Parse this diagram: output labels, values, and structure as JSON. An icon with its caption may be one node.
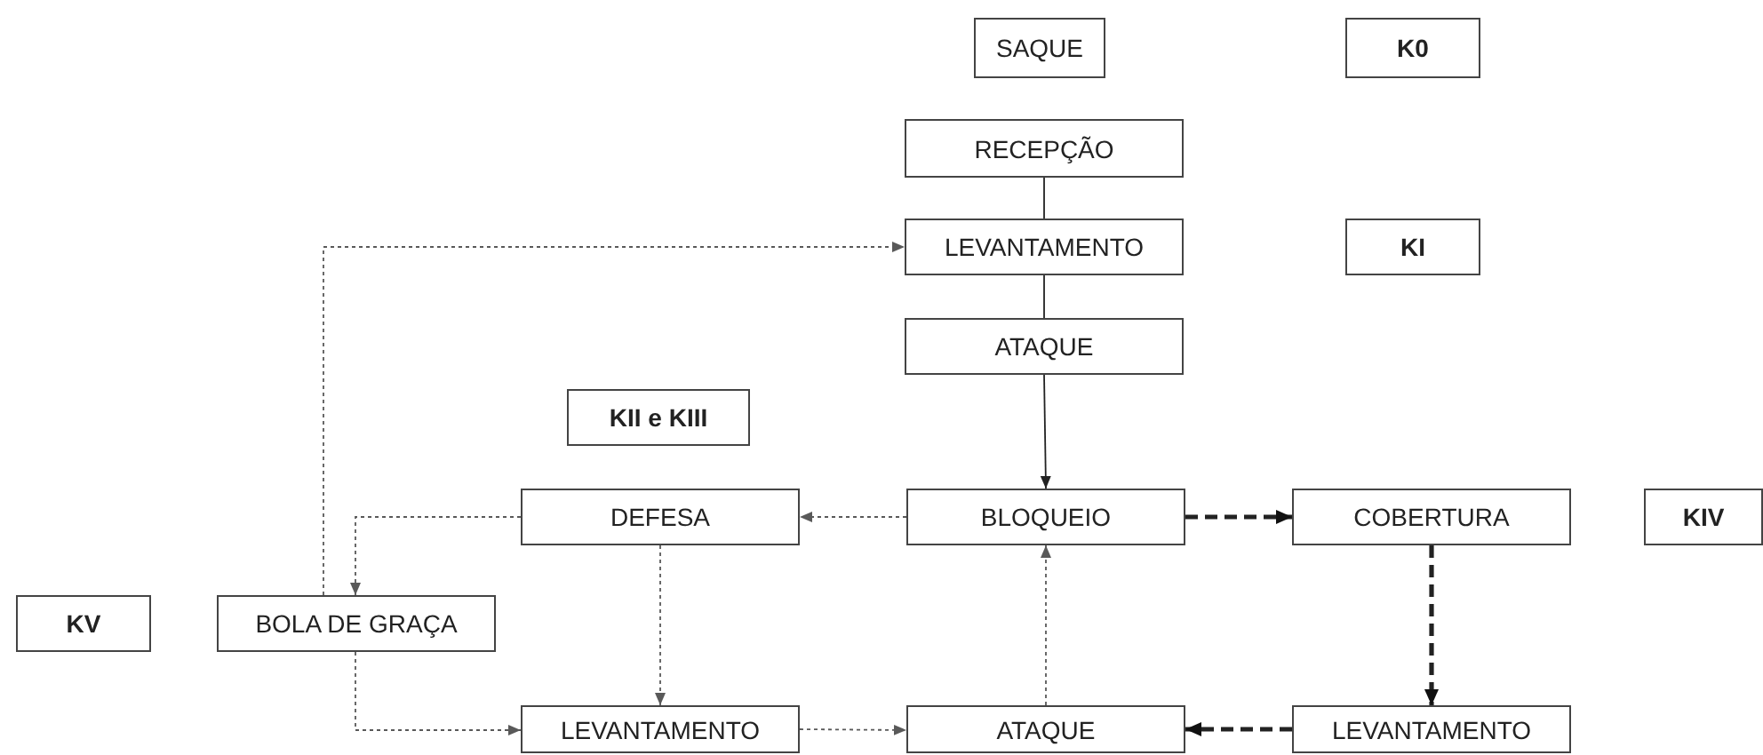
{
  "diagram": {
    "nodes": [
      {
        "text": [
          "SAQUE"
        ]
      },
      {
        "text": [
          "K0"
        ]
      },
      {
        "text": [
          "RECEPÇÃO"
        ]
      },
      {
        "text": [
          "LEVANTAMENTO"
        ]
      },
      {
        "text": [
          "KI"
        ]
      },
      {
        "text": [
          "ATAQUE"
        ]
      },
      {
        "text": [
          "KII e KIII"
        ]
      },
      {
        "text": [
          "DEFESA"
        ]
      },
      {
        "text": [
          "BLOQUEIO"
        ]
      },
      {
        "text": [
          "COBERTURA"
        ]
      },
      {
        "text": [
          "KIV"
        ]
      },
      {
        "text": [
          "KV"
        ]
      },
      {
        "text": [
          "BOLA DE GRAÇA"
        ]
      },
      {
        "text": [
          "LEVANTAMENTO"
        ]
      },
      {
        "text": [
          "ATAQUE"
        ]
      },
      {
        "text": [
          "LEVANTAMENTO"
        ]
      }
    ],
    "edges": [
      {
        "from": 2,
        "to": 3,
        "arrow": "none"
      },
      {
        "from": 3,
        "to": 5,
        "arrow": "none"
      },
      {
        "from": 5,
        "to": 8,
        "arrow": "to"
      },
      {
        "from": 8,
        "to": 7,
        "arrow": "to",
        "style": "dashed",
        "color": "#595959"
      },
      {
        "from": 8,
        "to": 9,
        "arrow": "to",
        "style": "dashed"
      },
      {
        "from": 9,
        "to": 15,
        "arrow": "to",
        "style": "dashed"
      },
      {
        "from": 15,
        "to": 14,
        "arrow": "to",
        "style": "dashed"
      },
      {
        "from": 14,
        "to": 8,
        "arrow": "to",
        "style": "dashed",
        "color": "#595959"
      },
      {
        "from": 7,
        "to": 13,
        "arrow": "to",
        "style": "dashed",
        "color": "#595959"
      },
      {
        "from": 7,
        "to": 12,
        "arrow": "to",
        "style": "dashed",
        "color": "#595959"
      },
      {
        "from": 12,
        "to": 3,
        "arrow": "to",
        "style": "dashed",
        "color": "#595959"
      },
      {
        "from": 12,
        "to": 13,
        "arrow": "to",
        "style": "dashed",
        "color": "#595959"
      },
      {
        "from": 13,
        "to": 14,
        "arrow": "to",
        "style": "dashed",
        "color": "#595959"
      }
    ]
  }
}
